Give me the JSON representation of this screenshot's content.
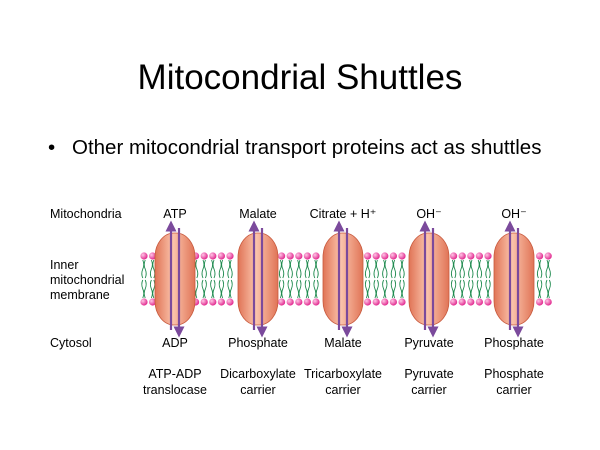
{
  "slide": {
    "title": "Mitocondrial Shuttles",
    "bullet_symbol": "•",
    "bullet": "Other mitocondrial transport proteins act as shuttles"
  },
  "diagram": {
    "side_labels": {
      "mitochondria": "Mitochondria",
      "membrane_line1": "Inner",
      "membrane_line2": "mitochondrial",
      "membrane_line3": "membrane",
      "cytosol": "Cytosol"
    },
    "carriers": [
      {
        "top": "ATP",
        "bottom": "ADP",
        "name_line1": "ATP-ADP",
        "name_line2": "translocase"
      },
      {
        "top": "Malate",
        "bottom": "Phosphate",
        "name_line1": "Dicarboxylate",
        "name_line2": "carrier"
      },
      {
        "top": "Citrate + H⁺",
        "bottom": "Malate",
        "name_line1": "Tricarboxylate",
        "name_line2": "carrier"
      },
      {
        "top": "OH⁻",
        "bottom": "Pyruvate",
        "name_line1": "Pyruvate",
        "name_line2": "carrier"
      },
      {
        "top": "OH⁻",
        "bottom": "Phosphate",
        "name_line1": "Phosphate",
        "name_line2": "carrier"
      }
    ],
    "colors": {
      "lipid_head": "#e0218a",
      "lipid_tail": "#1e8a4e",
      "carrier_fill": "#f0987a",
      "arrow": "#7b4a9c"
    }
  }
}
